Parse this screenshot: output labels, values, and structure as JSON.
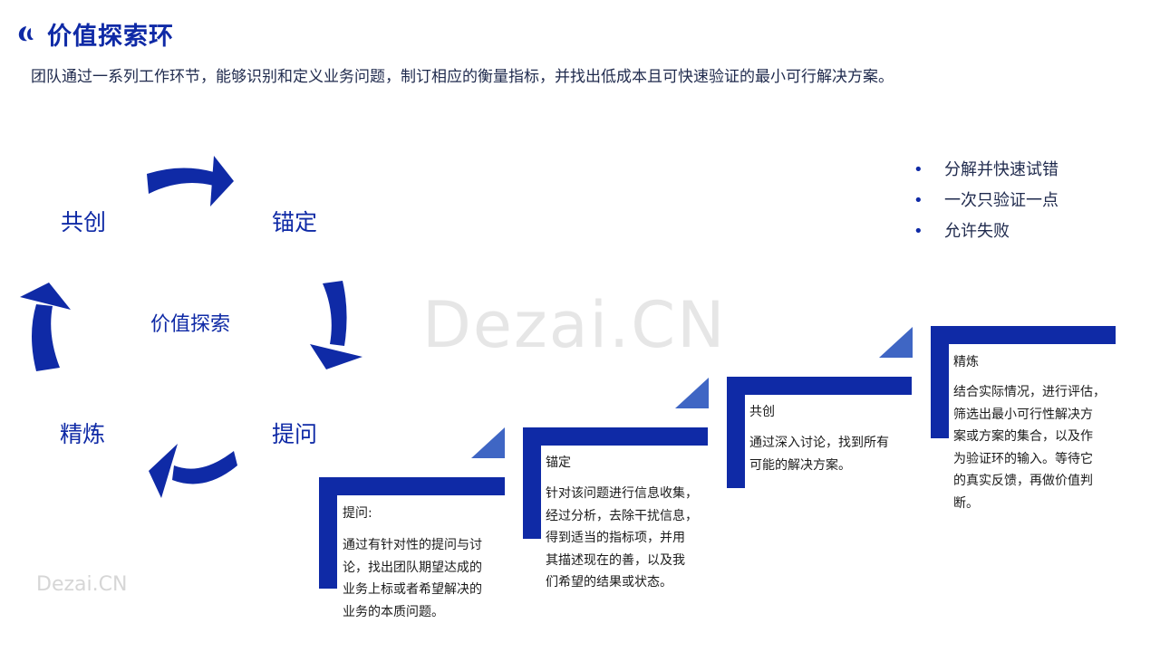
{
  "header": {
    "title": "价值探索环",
    "subtitle": "团队通过一系列工作环节，能够识别和定义业务问题，制订相应的衡量指标，并找出低成本且可快速验证的最小可行解决方案。"
  },
  "watermark": {
    "large": "Dezai.CN",
    "small": "Dezai.CN"
  },
  "cycle": {
    "center": "价值探索",
    "nodes": {
      "gongchuang": "共创",
      "maoding": "锚定",
      "tiwen": "提问",
      "jinglian": "精炼"
    }
  },
  "bullets": [
    "分解并快速试错",
    "一次只验证一点",
    "允许失败"
  ],
  "steps": [
    {
      "title": "提问:",
      "body": "通过有针对性的提问与讨\n论，找出团队期望达成的\n业务上标或者希望解决的\n业务的本质问题。"
    },
    {
      "title": "锚定",
      "body": "针对该问题进行信息收集，\n经过分析，去除干扰信息，\n得到适当的指标项，并用\n其描述现在的善，以及我\n们希望的结果或状态。"
    },
    {
      "title": "共创",
      "body": "通过深入讨论，找到所有\n可能的解决方案。"
    },
    {
      "title": "精炼",
      "body": "结合实际情况，进行评估，\n筛选出最小可行性解决方\n案或方案的集合，以及作\n为验证环的输入。等待它\n的真实反馈，再做价值判\n断。"
    }
  ],
  "colors": {
    "primary": "#0f2aa6",
    "accent_triangle": "#3f66c4",
    "text": "#1a1a1a"
  }
}
